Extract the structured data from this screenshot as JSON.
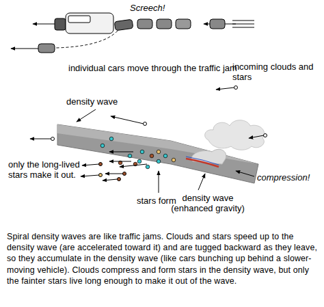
{
  "diagram": {
    "caption": "Spiral density waves are like traffic jams. Clouds and stars speed up to the density wave (are accelerated toward it) and are tugged backward as they leave, so they accumulate in the density wave (like cars bunching up behind a slower-moving vehicle). Clouds compress and form stars in the density wave, but only the fainter stars live long enough to make it out of the wave.",
    "labels": [
      "Screech!",
      "individual cars move through the traffic jam",
      "density wave",
      "incoming clouds and stars",
      "only the long-lived stars make it out.",
      "stars form",
      "compression!",
      "density wave (enhanced gravity)"
    ]
  }
}
